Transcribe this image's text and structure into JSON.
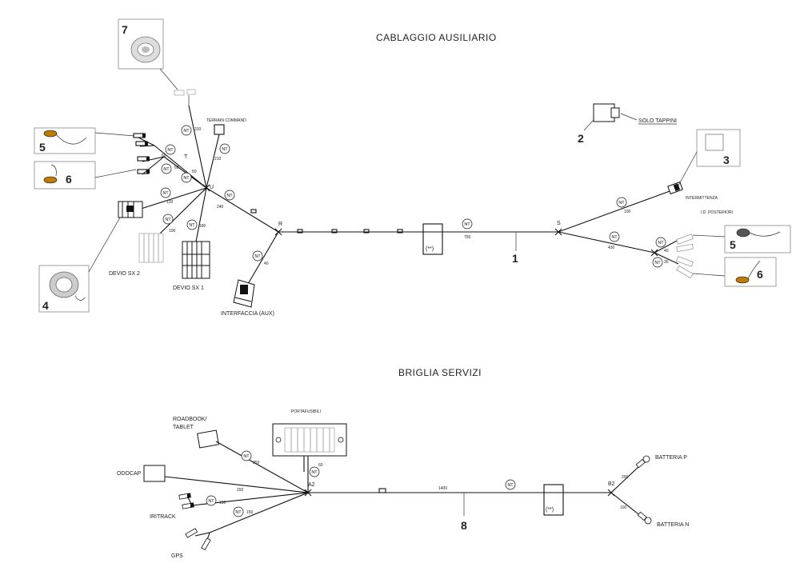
{
  "titles": {
    "top": "CABLAGGIO AUSILIARIO",
    "bottom": "BRIGLIA SERVIZI"
  },
  "labels": {
    "terrain": "TERRAIN COMMAND",
    "devio_sx2": "DEVIO SX 2",
    "devio_sx1": "DEVIO SX 1",
    "interfaccia": "INTERFACCIA (AUX)",
    "solo_tappini": "SOLO TAPPINI",
    "intermittenza": "INTERMITTENZA",
    "id_posteriori": "I.D. POSTERIORI",
    "roadbook_1": "ROADBOOK/",
    "roadbook_2": "TABLET",
    "odocap": "ODOCAP",
    "iritrack": "IRITRACK",
    "gps": "GPS",
    "portafusibili": "PORTAFUSIBILI",
    "batteria_p": "BATTERIA P",
    "batteria_n": "BATTERIA N",
    "star_box_top": "(**)",
    "star_box_bottom": "(**)"
  },
  "nodes": {
    "t": "T",
    "u": "U",
    "r": "R",
    "s": "S",
    "a2": "A2",
    "b2": "B2"
  },
  "lengths": {
    "l310": "310",
    "l60": "60",
    "l50": "50",
    "l210": "210",
    "l240": "240",
    "l120": "120",
    "l180": "180",
    "l100": "100",
    "l40": "40",
    "l750": "750",
    "l100b": "100",
    "l430": "430",
    "l40b": "40",
    "l30": "30",
    "l350": "350",
    "l150": "150",
    "l150b": "150",
    "l150c": "150",
    "l60b": "60",
    "l1400": "1400",
    "l200": "200",
    "l100c": "100"
  },
  "nt": "NT",
  "callouts": {
    "c1": "1",
    "c2": "2",
    "c3": "3",
    "c4": "4",
    "c5a": "5",
    "c6a": "6",
    "c5b": "5",
    "c6b": "6",
    "c7": "7",
    "c8": "8"
  }
}
